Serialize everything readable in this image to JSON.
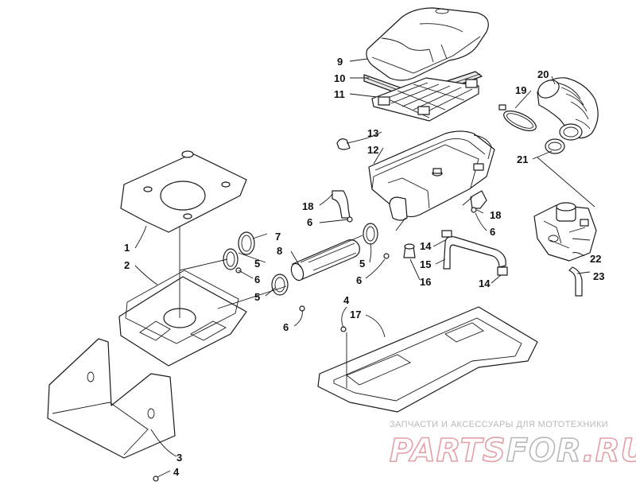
{
  "callouts": {
    "c1": "1",
    "c2": "2",
    "c3": "3",
    "c4a": "4",
    "c4b": "4",
    "c5a": "5",
    "c5b": "5",
    "c5c": "5",
    "c6a": "6",
    "c6b": "6",
    "c6c": "6",
    "c6d": "6",
    "c6e": "6",
    "c7": "7",
    "c8": "8",
    "c9": "9",
    "c10": "10",
    "c11": "11",
    "c12": "12",
    "c13": "13",
    "c14a": "14",
    "c14b": "14",
    "c15": "15",
    "c16": "16",
    "c17": "17",
    "c18a": "18",
    "c18b": "18",
    "c19": "19",
    "c20": "20",
    "c21": "21",
    "c22": "22",
    "c23": "23"
  },
  "watermark": {
    "caption": "ЗАПЧАСТИ И АКСЕССУАРЫ ДЛЯ МОТОТЕХНИКИ",
    "logo_part1": "PARTS",
    "logo_part2": "FOR",
    "logo_part3": ".RU",
    "colors": {
      "logo_red": "#e3a0a6",
      "logo_grey": "#b7b7b7",
      "caption_grey": "#b9b9b9"
    }
  },
  "icons": [
    "air-box-cover",
    "air-filter",
    "filter-cage",
    "air-box-base",
    "carburetor",
    "hose-clamp",
    "intake-boot",
    "drain-tube"
  ]
}
